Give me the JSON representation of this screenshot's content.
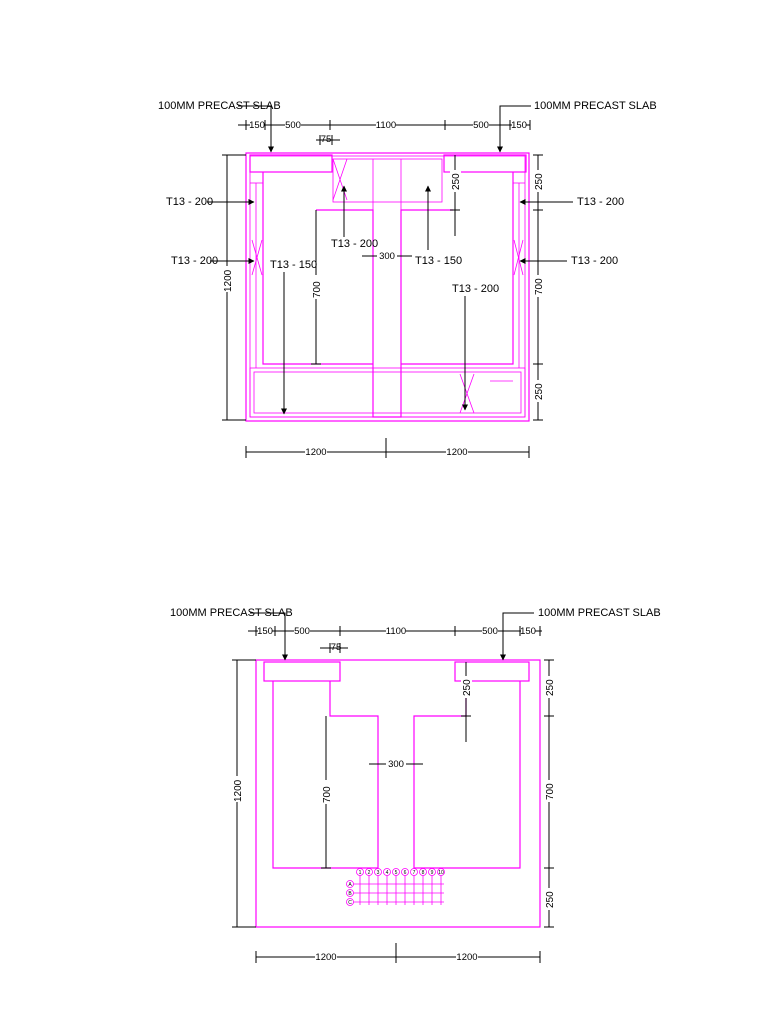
{
  "drawing_top": {
    "slab_label_left": "100MM PRECAST SLAB",
    "slab_label_right": "100MM PRECAST SLAB",
    "dims_top": [
      "150",
      "500",
      "1100",
      "500",
      "150"
    ],
    "dim_75": "75",
    "dim_250_inner": "250",
    "dim_250_right": "250",
    "dim_700_left": "700",
    "dim_700_right": "700",
    "dim_300": "300",
    "dim_250_bottom": "250",
    "dim_1200_height": "1200",
    "dims_bottom": [
      "1200",
      "1200"
    ],
    "rebar_labels": [
      "T13 - 200",
      "T13 - 200",
      "T13 - 200",
      "T13 - 200",
      "T13 - 150",
      "T13 - 200",
      "T13 - 150",
      "T13 - 200"
    ]
  },
  "drawing_bottom": {
    "slab_label_left": "100MM PRECAST SLAB",
    "slab_label_right": "100MM PRECAST SLAB",
    "dims_top": [
      "150",
      "500",
      "1100",
      "500",
      "150"
    ],
    "dim_75": "75",
    "dim_250_inner": "250",
    "dim_250_right": "250",
    "dim_700_left": "700",
    "dim_700_right": "700",
    "dim_300": "300",
    "dim_250_bottom": "250",
    "dim_1200_height": "1200",
    "dims_bottom": [
      "1200",
      "1200"
    ]
  },
  "colors": {
    "lines": "#ff00ff",
    "dims": "#000000"
  },
  "grid_bubbles": {
    "columns": [
      "1",
      "2",
      "3",
      "4",
      "5",
      "6",
      "7",
      "8",
      "9",
      "10"
    ],
    "rows": [
      "A",
      "B",
      "C"
    ]
  }
}
